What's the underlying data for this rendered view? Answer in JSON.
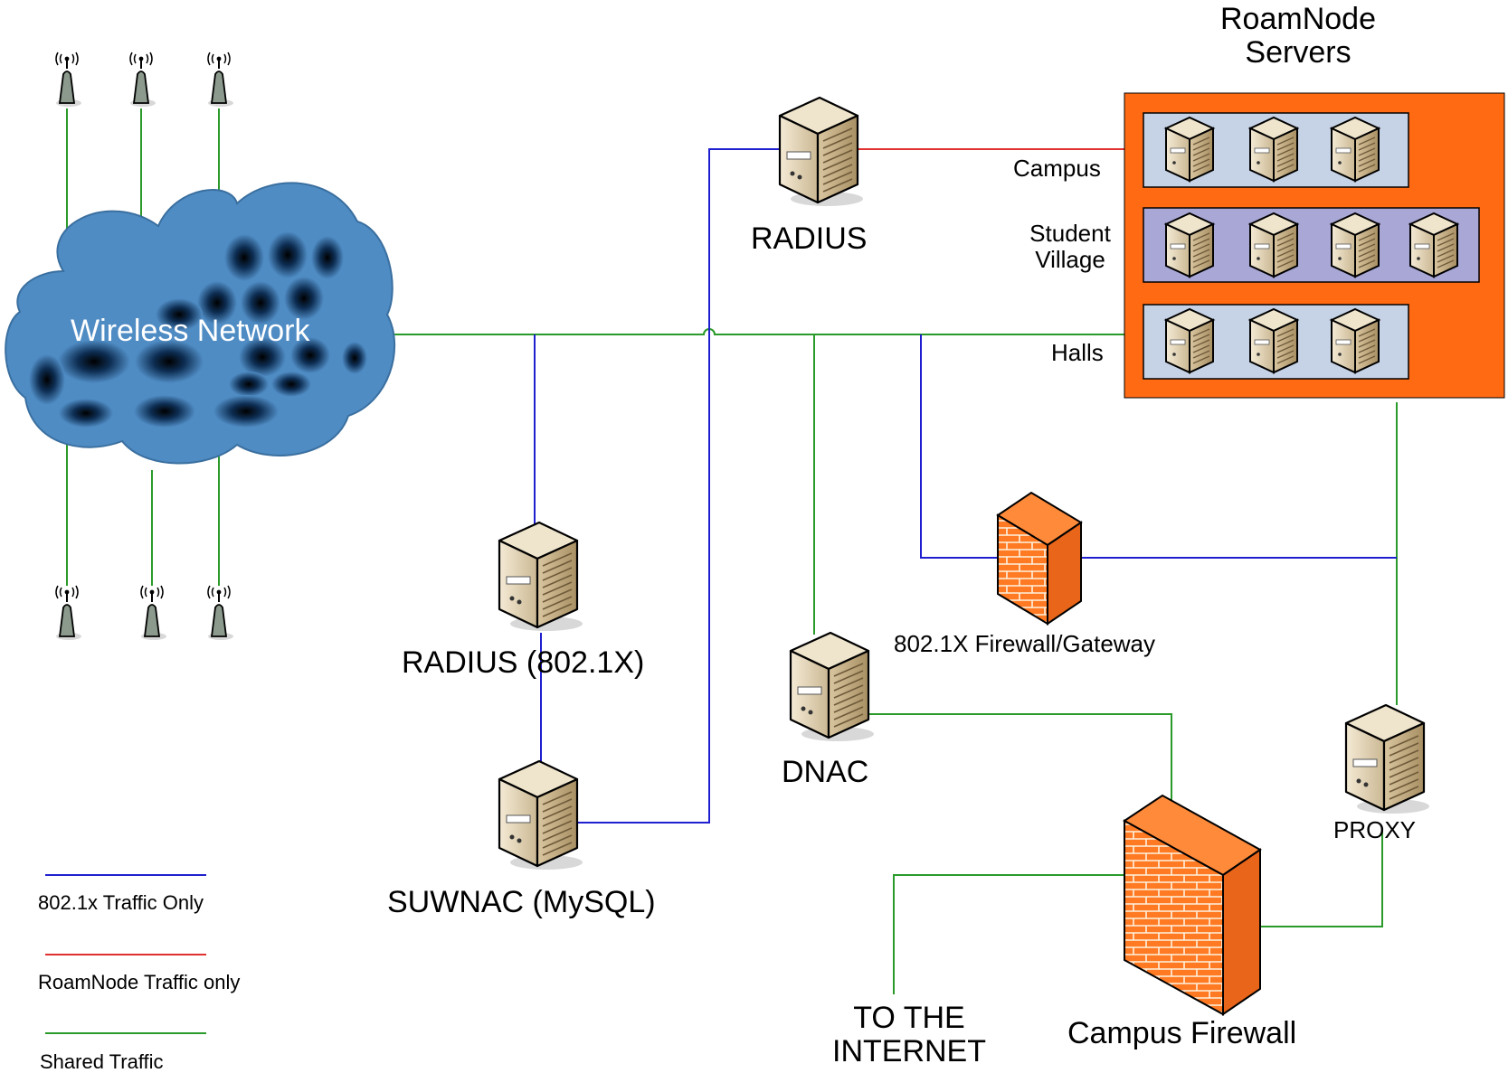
{
  "labels": {
    "wireless_network": "Wireless Network",
    "roamnode_title_line1": "RoamNode",
    "roamnode_title_line2": "Servers",
    "campus": "Campus",
    "student_line1": "Student",
    "student_line2": "Village",
    "halls": "Halls",
    "radius_top": "RADIUS",
    "radius_8021x": "RADIUS (802.1X)",
    "suwnac": "SUWNAC (MySQL)",
    "dnac": "DNAC",
    "firewall_gateway": "802.1X Firewall/Gateway",
    "proxy": "PROXY",
    "internet_line1": "TO THE",
    "internet_line2": "INTERNET",
    "campus_firewall": "Campus Firewall"
  },
  "legend": [
    {
      "label": "802.1x Traffic Only",
      "color": "#1f1fcf"
    },
    {
      "label": "RoamNode Traffic only",
      "color": "#e03030"
    },
    {
      "label": "Shared Traffic",
      "color": "#2a9a2a"
    }
  ],
  "server_groups": [
    {
      "name": "Campus",
      "count": 3,
      "fill": "#c6d3e6"
    },
    {
      "name": "Student Village",
      "count": 4,
      "fill": "#a9a7d6"
    },
    {
      "name": "Halls",
      "count": 3,
      "fill": "#c6d3e6"
    }
  ],
  "colors": {
    "cloud": "#4f8cc4",
    "roamnode_box": "#ff6a13",
    "firewall": "#ff6a13",
    "link_8021x": "#1f1fcf",
    "link_roamnode": "#e03030",
    "link_shared": "#2a9a2a"
  },
  "icons": {
    "access_point": "antenna-icon",
    "server": "server-icon",
    "firewall": "firewall-icon",
    "cloud": "cloud-icon"
  }
}
